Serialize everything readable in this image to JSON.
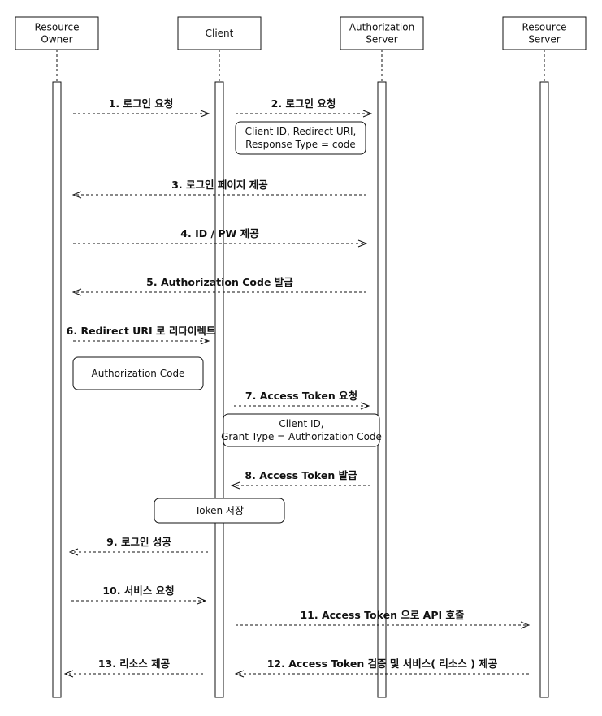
{
  "participants": [
    {
      "id": "resource-owner",
      "lines": [
        "Resource",
        "Owner"
      ]
    },
    {
      "id": "client",
      "lines": [
        "Client"
      ]
    },
    {
      "id": "authorization-server",
      "lines": [
        "Authorization",
        "Server"
      ]
    },
    {
      "id": "resource-server",
      "lines": [
        "Resource",
        "Server"
      ]
    }
  ],
  "messages": [
    {
      "label": "1. 로그인 요청",
      "from": "resource-owner",
      "to": "client"
    },
    {
      "label": "2. 로그인 요청",
      "from": "client",
      "to": "authorization-server"
    },
    {
      "label": "3. 로그인 페이지 제공",
      "from": "authorization-server",
      "to": "resource-owner"
    },
    {
      "label": "4. ID / PW 제공",
      "from": "resource-owner",
      "to": "authorization-server"
    },
    {
      "label": "5. Authorization Code 발급",
      "from": "authorization-server",
      "to": "resource-owner"
    },
    {
      "label": "6. Redirect URI 로 리다이렉트",
      "from": "resource-owner",
      "to": "client"
    },
    {
      "label": "7. Access Token 요청",
      "from": "client",
      "to": "authorization-server"
    },
    {
      "label": "8. Access Token 발급",
      "from": "authorization-server",
      "to": "client"
    },
    {
      "label": "9. 로그인 성공",
      "from": "client",
      "to": "resource-owner"
    },
    {
      "label": "10. 서비스 요청",
      "from": "resource-owner",
      "to": "client"
    },
    {
      "label": "11. Access Token 으로 API 호출",
      "from": "client",
      "to": "resource-server"
    },
    {
      "label": "12. Access Token 검증 및 서비스( 리소스 ) 제공",
      "from": "resource-server",
      "to": "client"
    },
    {
      "label": "13. 리소스 제공",
      "from": "client",
      "to": "resource-owner"
    }
  ],
  "notes": [
    {
      "lines": [
        "Client ID, Redirect URI,",
        "Response Type = code"
      ]
    },
    {
      "lines": [
        "Authorization Code"
      ]
    },
    {
      "lines": [
        "Client ID,",
        "Grant Type = Authorization Code"
      ]
    },
    {
      "lines": [
        "Token 저장"
      ]
    }
  ]
}
